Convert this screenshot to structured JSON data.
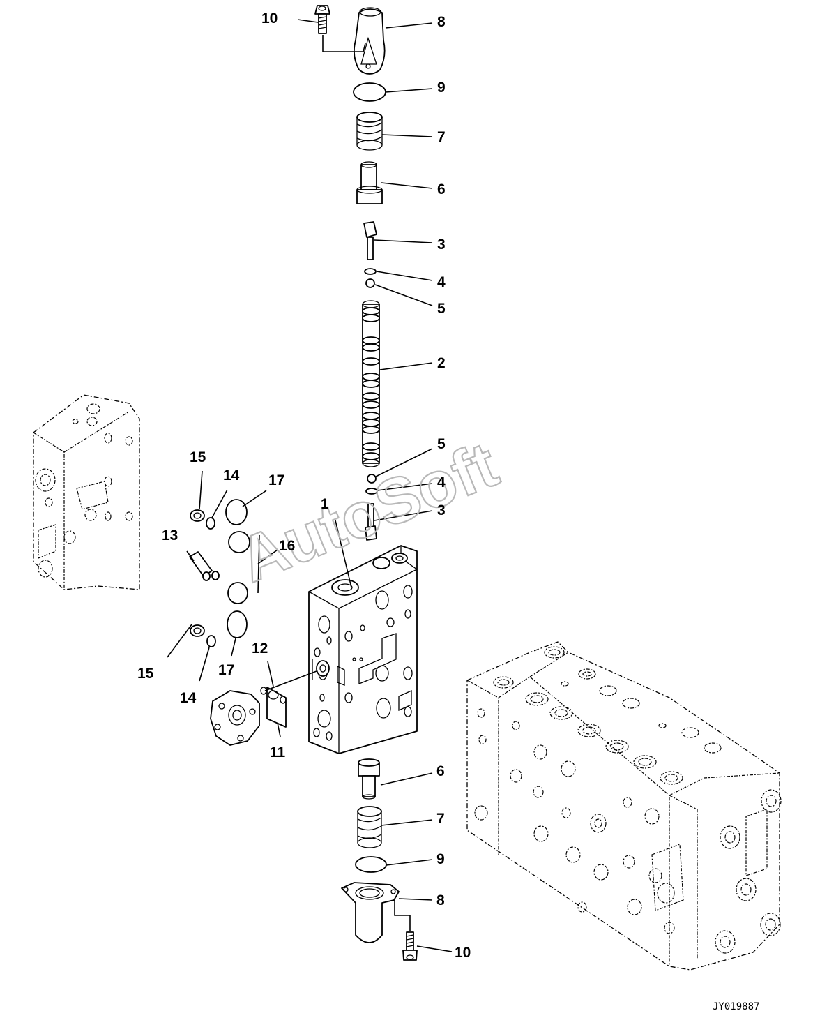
{
  "watermark": "AutoSoft",
  "drawing_code": "JY019887",
  "callouts": {
    "c10_top": "10",
    "c8_top": "8",
    "c9_top": "9",
    "c7_top": "7",
    "c6_top": "6",
    "c3_top": "3",
    "c4_top": "4",
    "c5_top": "5",
    "c2": "2",
    "c5_mid": "5",
    "c4_mid": "4",
    "c3_mid": "3",
    "c1": "1",
    "c15_top": "15",
    "c14_top": "14",
    "c17_top": "17",
    "c13": "13",
    "c16": "16",
    "c15_bot": "15",
    "c14_bot": "14",
    "c17_bot": "17",
    "c12": "12",
    "c11": "11",
    "c6_bot": "6",
    "c7_bot": "7",
    "c9_bot": "9",
    "c8_bot": "8",
    "c10_bot": "10"
  }
}
